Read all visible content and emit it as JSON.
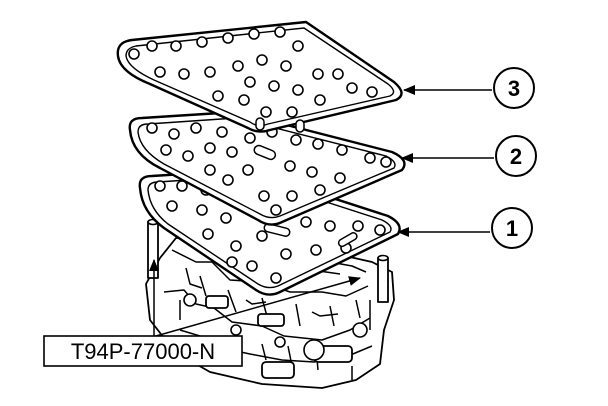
{
  "callouts": [
    {
      "label": "3"
    },
    {
      "label": "2"
    },
    {
      "label": "1"
    }
  ],
  "part_number": "T94P-77000-N",
  "icons": {
    "arrow": "arrow-left-icon",
    "pin": "guide-pin-icon"
  }
}
